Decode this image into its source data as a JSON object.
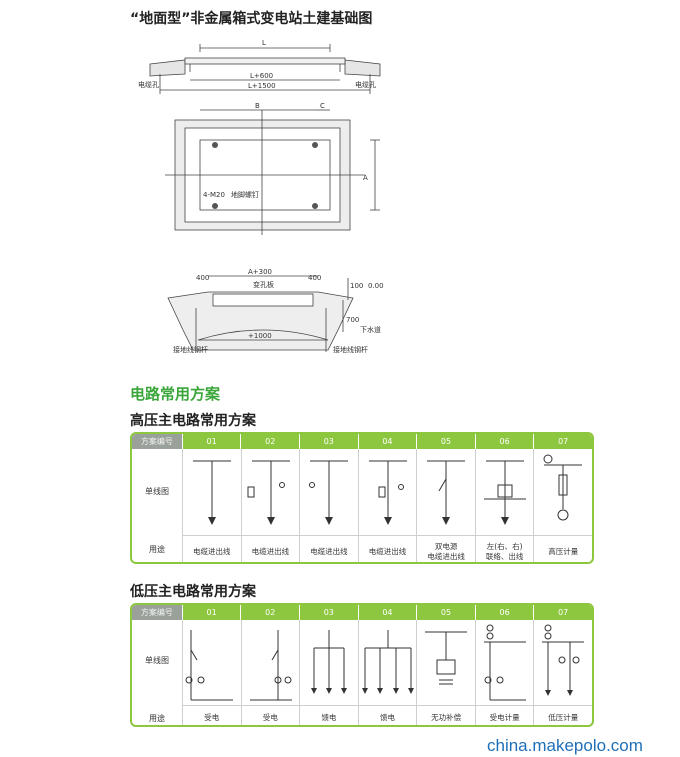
{
  "header": {
    "main_title": "“地面型”非金属箱式变电站土建基础图",
    "section_title": "电路常用方案",
    "hv_title": "高压主电路常用方案",
    "lv_title": "低压主电路常用方案"
  },
  "drawing": {
    "dim_L": "L",
    "dim_L600": "L+600",
    "dim_L1500": "L+1500",
    "cable_hole_left": "电缆孔",
    "cable_hole_right": "电缆孔",
    "dim_B": "B",
    "dim_C": "C",
    "dim_A": "A",
    "bolt_note": "4-M20",
    "bolt_label": "地脚螺钉",
    "dim_400_left": "400",
    "dim_A300": "A+300",
    "dim_400_right": "400",
    "dim_100": "100",
    "elev_000": "0.00",
    "slab_label": "变孔板",
    "dim_700": "700",
    "drain_label": "下水道",
    "dim_1000": "+1000",
    "ground_rod_left": "接地线钢杆",
    "ground_rod_right": "接地线钢杆"
  },
  "hv_table": {
    "header_label": "方案编号",
    "numbers": [
      "01",
      "02",
      "03",
      "04",
      "05",
      "06",
      "07"
    ],
    "row_label": "单线图",
    "use_label": "用途",
    "uses": [
      "电缆进出线",
      "电缆进出线",
      "电缆进出线",
      "电缆进出线",
      "双电源\n电缆进出线",
      "左(右、右)\n联络、出线",
      "高压计量"
    ]
  },
  "lv_table": {
    "header_label": "方案编号",
    "numbers": [
      "01",
      "02",
      "03",
      "04",
      "05",
      "06",
      "07"
    ],
    "row_label": "单线图",
    "use_label": "用途",
    "uses": [
      "受电",
      "受电",
      "馈电",
      "馈电",
      "无功补偿",
      "受电计量",
      "低压计量"
    ]
  },
  "watermark": "china.makepolo.com",
  "colors": {
    "accent_green": "#8dc63f",
    "title_green": "#3aa63a",
    "header_gray": "#9aa09a",
    "watermark_blue": "#1f6fb8"
  }
}
